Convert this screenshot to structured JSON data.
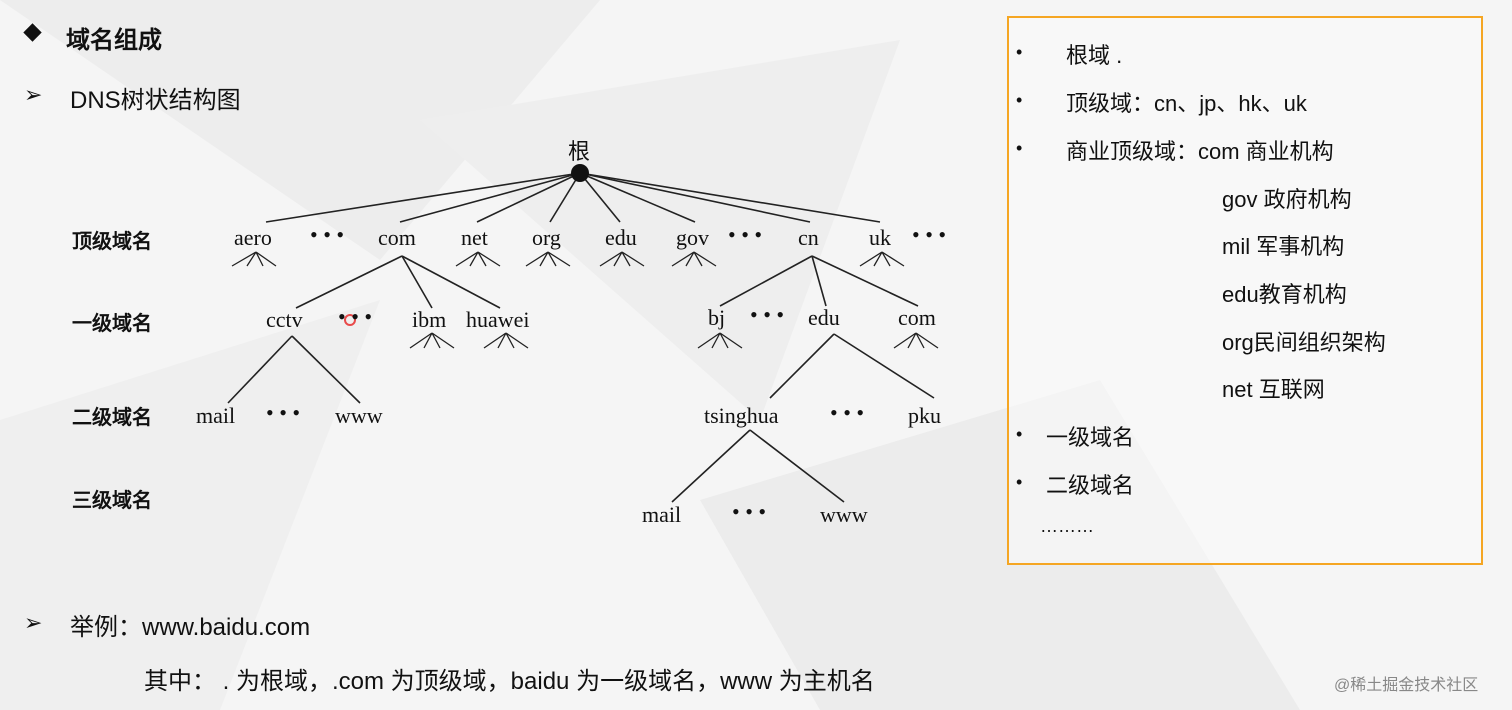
{
  "header": {
    "title": "域名组成",
    "subtitle": "DNS树状结构图"
  },
  "tree": {
    "root": "根",
    "levels": [
      "顶级域名",
      "一级域名",
      "二级域名",
      "三级域名"
    ],
    "top_level": [
      "aero",
      "com",
      "net",
      "org",
      "edu",
      "gov",
      "cn",
      "uk"
    ],
    "com_children": [
      "cctv",
      "ibm",
      "huawei"
    ],
    "cn_children": [
      "bj",
      "edu",
      "com"
    ],
    "cctv_children": [
      "mail",
      "www"
    ],
    "edu_children": [
      "tsinghua",
      "pku"
    ],
    "tsinghua_children": [
      "mail",
      "www"
    ],
    "ellipsis": "• • •"
  },
  "sidebar": {
    "items": [
      "根域 .",
      "顶级域：cn、jp、hk、uk",
      "商业顶级域：com 商业机构",
      "gov 政府机构",
      "mil 军事机构",
      "edu教育机构",
      "org民间组织架构",
      "net 互联网",
      "一级域名",
      "二级域名",
      "………"
    ]
  },
  "example": {
    "label": "举例：www.baidu.com",
    "explain": "其中： . 为根域，.com 为顶级域，baidu 为一级域名，www 为主机名"
  },
  "watermark": "@稀土掘金技术社区",
  "colors": {
    "box_border": "#f5a623",
    "highlight": "#e84a4a"
  }
}
